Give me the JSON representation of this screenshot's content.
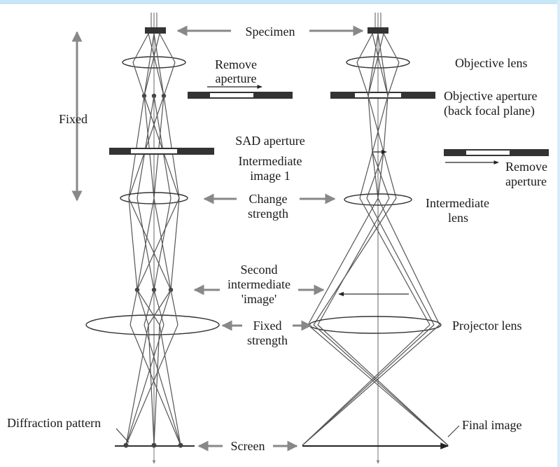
{
  "colors": {
    "background": "#ffffff",
    "frame_blue": "#c7e6f6",
    "ink": "#1a1a1a",
    "ray": "#555555",
    "arrow": "#888888"
  },
  "labels": {
    "specimen": "Specimen",
    "remove_aperture_top": [
      "Remove",
      "aperture"
    ],
    "objective_lens": "Objective lens",
    "objective_aperture": [
      "Objective aperture",
      "(back focal plane)"
    ],
    "fixed": "Fixed",
    "sad_aperture": "SAD aperture",
    "intermediate_image": [
      "Intermediate",
      "image 1"
    ],
    "remove_aperture_right": [
      "Remove",
      "aperture"
    ],
    "change_strength": [
      "Change",
      "strength"
    ],
    "intermediate_lens": [
      "Intermediate",
      "lens"
    ],
    "second_intermediate": [
      "Second",
      "intermediate",
      "'image'"
    ],
    "fixed_strength": [
      "Fixed",
      "strength"
    ],
    "projector_lens": "Projector lens",
    "diffraction_pattern": "Diffraction pattern",
    "screen": "Screen",
    "final_image": "Final image"
  }
}
